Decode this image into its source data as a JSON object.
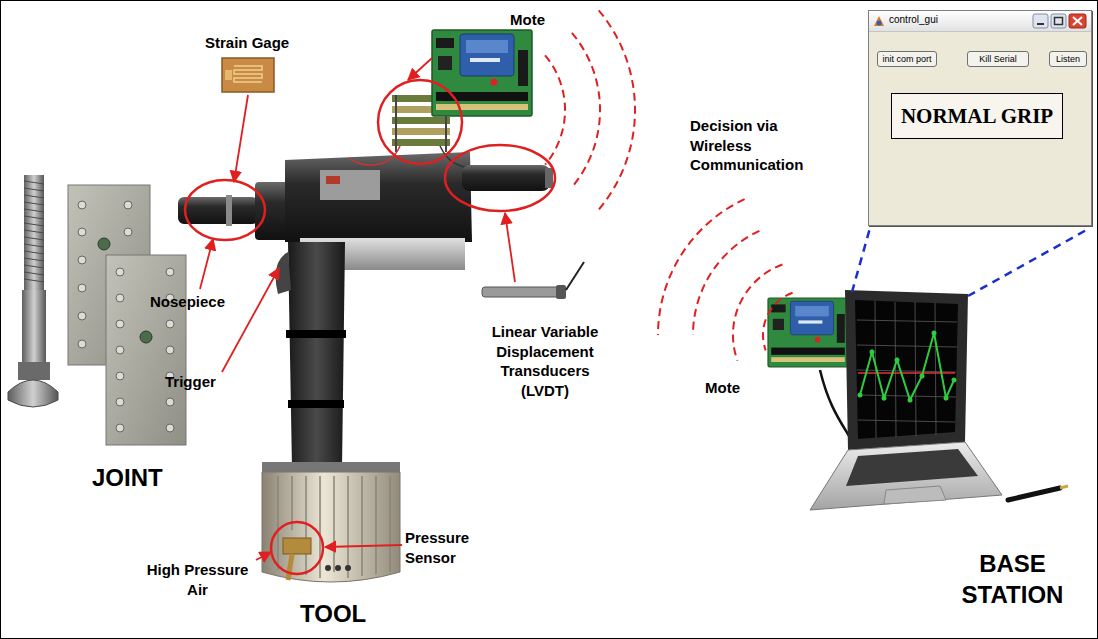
{
  "diagram": {
    "nodes": [
      {
        "text": [
          "control_gui"
        ]
      },
      {
        "text": [
          "init com port"
        ],
        "in": 0
      },
      {
        "text": [
          "Kill Serial"
        ],
        "in": 0
      },
      {
        "text": [
          "Listen"
        ],
        "in": 0
      },
      {
        "text": [
          "NORMAL GRIP"
        ],
        "in": 0
      }
    ],
    "labels": [
      "Strain Gage",
      "Mote",
      "Decision via Wireless Communication",
      "Nosepiece",
      "Trigger",
      "Linear Variable Displacement Transducers (LVDT)",
      "Pressure Sensor",
      "High Pressure Air",
      "JOINT",
      "TOOL",
      "Mote",
      "BASE STATION"
    ]
  }
}
